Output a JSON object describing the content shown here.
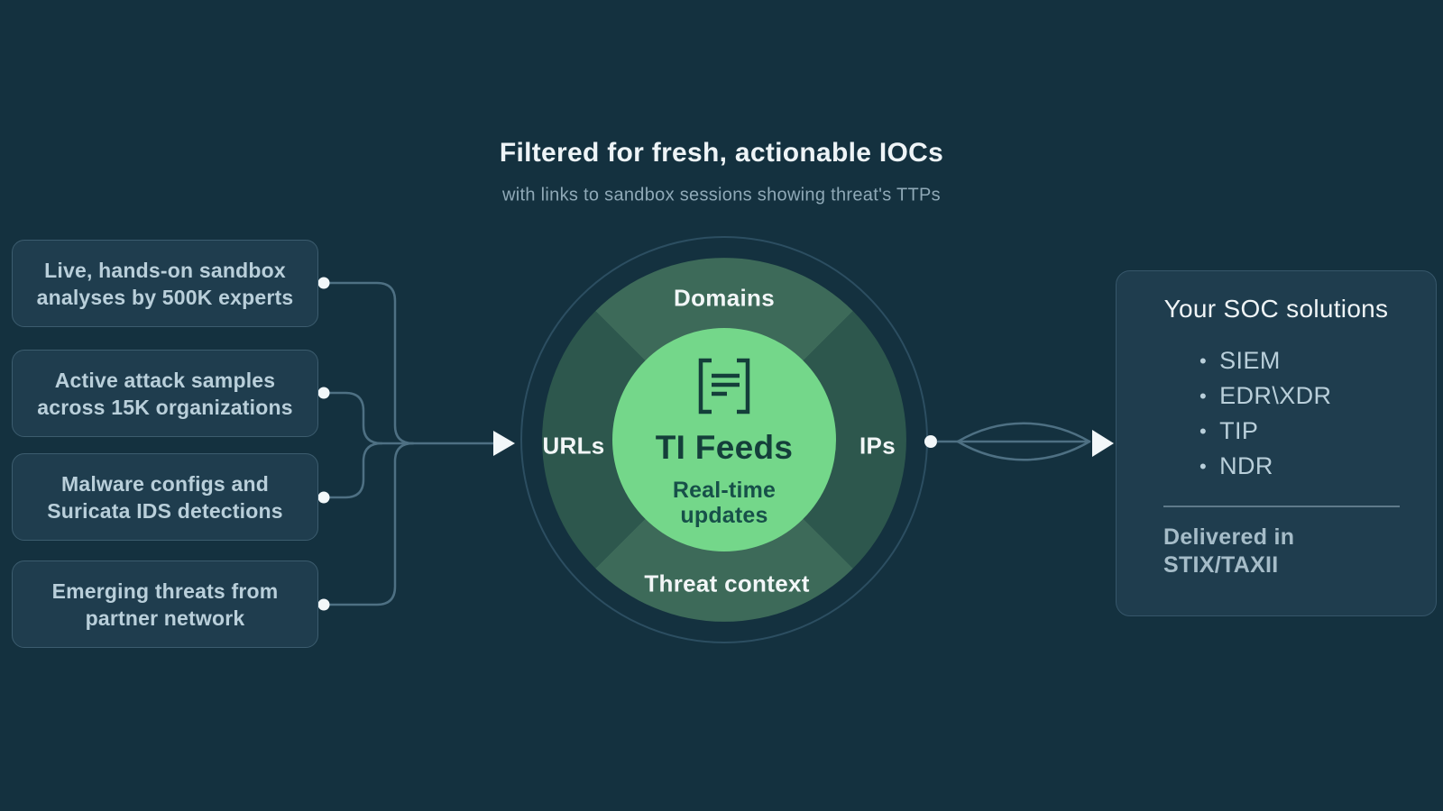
{
  "header": {
    "title": "Filtered for fresh, actionable IOCs",
    "subtitle": "with links to sandbox sessions showing threat's TTPs"
  },
  "sources": [
    {
      "text": "Live, hands-on sandbox analyses by 500K experts"
    },
    {
      "text": "Active attack samples across 15K organizations"
    },
    {
      "text": "Malware configs and Suricata IDS detections"
    },
    {
      "text": "Emerging threats from partner network"
    }
  ],
  "hub": {
    "center_title": "TI Feeds",
    "center_subtitle": "Real-time updates",
    "segments": {
      "top": "Domains",
      "left": "URLs",
      "right": "IPs",
      "bottom": "Threat context"
    }
  },
  "soc": {
    "title": "Your SOC solutions",
    "bullet": "•",
    "items": [
      {
        "label": "SIEM"
      },
      {
        "label": "EDR\\XDR"
      },
      {
        "label": "TIP"
      },
      {
        "label": "NDR"
      }
    ],
    "delivery": "Delivered in STIX/TAXII"
  },
  "icons": {
    "hub_center": "feed-list-icon",
    "connectors": "triangle-arrow-right-icon",
    "node_markers": "connector-dot-icon"
  },
  "colors": {
    "background": "#14313f",
    "panel_fill": "#1f3d4e",
    "panel_border": "#3c5c6e",
    "hub_inner_green": "#74d78a",
    "wedge_light_green": "#3d6a59",
    "wedge_dark_green": "#2d574d",
    "outline_ring": "#2c4e61",
    "connector_line": "#4e7083",
    "hub_text_dark": "#143f3a",
    "title_text": "#eef4f7",
    "muted_text": "#b9cfda"
  }
}
